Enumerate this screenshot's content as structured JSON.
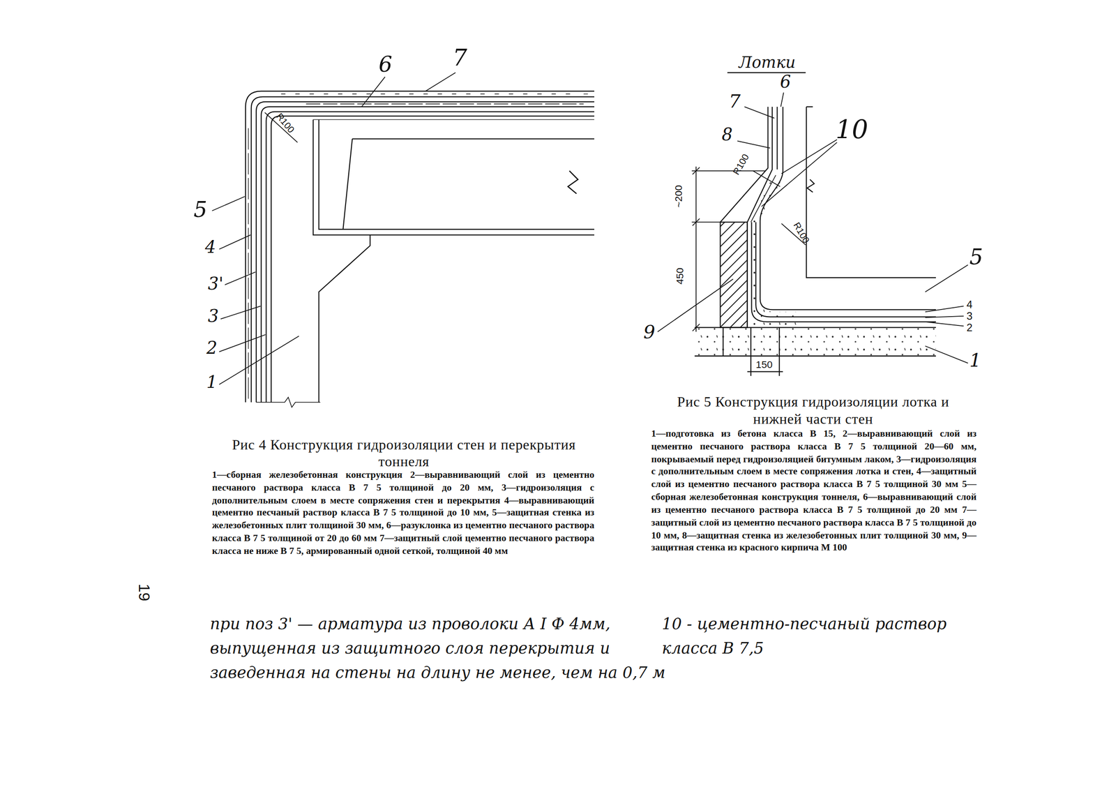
{
  "diagram": {
    "labels": [
      "6",
      "7",
      "R100",
      "5",
      "4",
      "3'",
      "3",
      "2",
      "1",
      "Лотки",
      "6",
      "7",
      "8",
      "10",
      "R100",
      "~200",
      "R100",
      "450",
      "9",
      "5",
      "4",
      "3",
      "2",
      "1",
      "150",
      "Рис 4 Конструкция гидроизоляции стен и перекрытия тоннеля",
      "1—сборная железобетонная конструкция 2—выравнивающий слой из цементно песчаного раствора класса В 7 5 толщиной до 20 мм, 3—гидроизоляция с дополнительным слоем в месте сопряжения стен и перекрытия 4—выравнивающий цементно песчаный раствор класса В 7 5 толщиной до 10 мм, 5—защитная стенка из железобетонных плит толщиной 30 мм, 6—разуклонка из цементно песчаного раствора класса В 7 5 толщиной от 20 до 60 мм 7—защитный слой цементно песчаного раствора класса не ниже В 7 5, армированный одной сеткой, толщиной 40 мм",
      "Рис 5 Конструкция гидроизоляции лотка и нижней части стен",
      "1—подготовка из бетона класса В 15, 2—выравнивающий слой из цементно песчаного раствора класса В 7 5 толщиной 20—60 мм, покрываемый перед гидроизоляцией битумным лаком, 3—гидроизоляция с дополнительным слоем в месте сопряжения лотка и стен, 4—защитный слой из цементно песчаного раствора класса В 7 5 толщиной 30 мм 5—сборная железобетонная конструкция тоннеля, 6—выравнивающий слой из цементно песчаного раствора класса В 7 5 толщиной до 20 мм 7—защитный слой из цементно песчаного раствора класса В 7 5 толщиной до 10 мм, 8—защитная стенка из железобетонных плит толщиной 30 мм, 9—защитная стенка из красного кирпича М 100",
      "19",
      "при поз 3' — арматура из проволоки А I Ф 4мм, выпущенная из защитного слоя перекрытия и заведенная на стены на длину не менее, чем на 0,7 м",
      "10 - цементно-песчаный раствор класса В 7,5"
    ]
  }
}
